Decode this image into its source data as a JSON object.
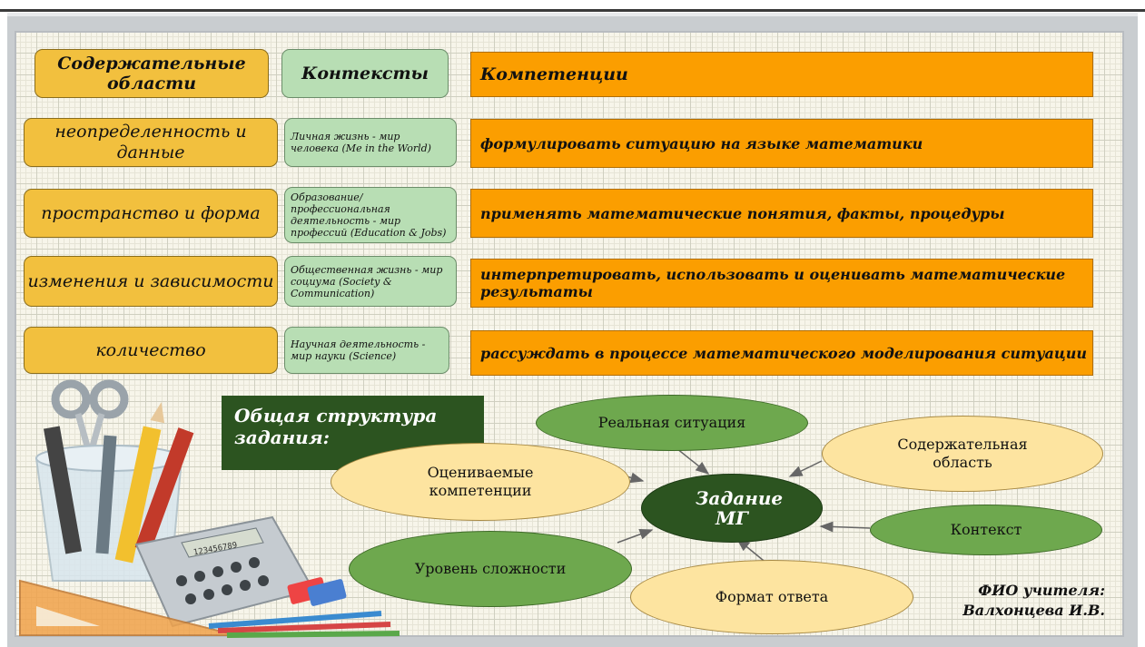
{
  "headers": {
    "domains": "Содержательные области",
    "contexts": "Контексты",
    "competencies": "Компетенции"
  },
  "domains": [
    "неопределенность и данные",
    "пространство и форма",
    "изменения и зависимости",
    "количество"
  ],
  "contexts": [
    "Личная жизнь - мир человека (Me in the World)",
    "Образование/профессиональная деятельность - мир профессий (Education & Jobs)",
    "Общественная жизнь - мир социума (Society & Communication)",
    "Научная деятельность - мир науки (Science)"
  ],
  "competencies": [
    "формулировать ситуацию на языке математики",
    "применять математические понятия, факты, процедуры",
    "интерпретировать, использовать и оценивать математические результаты",
    "рассуждать в процессе математического моделирования ситуации"
  ],
  "structure": {
    "title": "Общая структура задания:",
    "center": "Задание МГ",
    "nodes": {
      "real_situation": "Реальная ситуация",
      "content_area": "Содержательная область",
      "assessed_competencies": "Оцениваемые компетенции",
      "context": "Контекст",
      "difficulty": "Уровень сложности",
      "answer_format": "Формат ответа"
    }
  },
  "calculator_display": "123456789",
  "author": {
    "label": "ФИО учителя:",
    "name": "Валхонцева И.В."
  },
  "colors": {
    "domain_fill": "#f2c03e",
    "context_fill": "#b8deb4",
    "competency_fill": "#fb9e00",
    "node_green": "#6ea84e",
    "node_yellow": "#fde4a0",
    "center_dark": "#2c5420"
  }
}
